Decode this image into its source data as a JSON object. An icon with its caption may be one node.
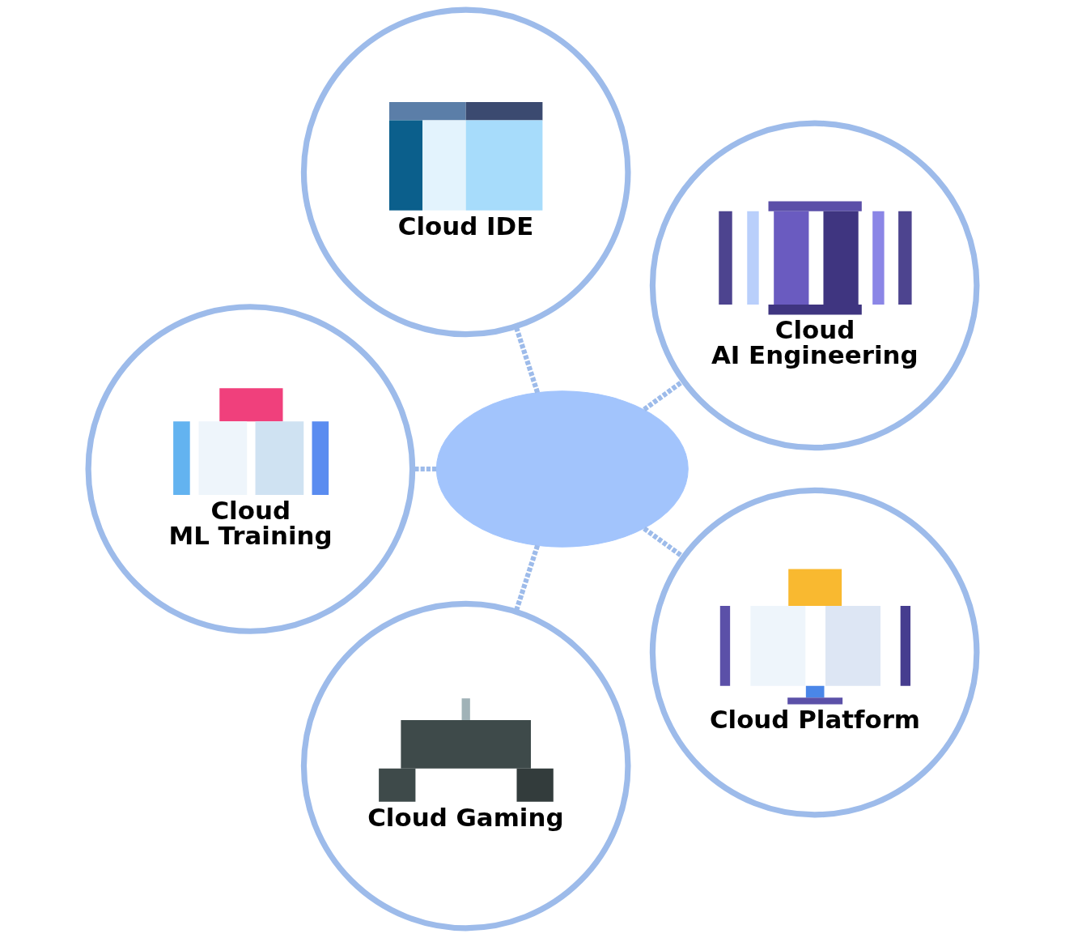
{
  "diagram": {
    "nodes": [
      {
        "text": [
          "Cloud IDE"
        ]
      },
      {
        "text": [
          "Cloud ML Training"
        ]
      },
      {
        "text": [
          "Cloud AI Engineering"
        ]
      },
      {
        "text": [],
        "shape": "cloud"
      },
      {
        "text": [
          "Cloud Gaming"
        ]
      },
      {
        "text": [
          "Cloud Platform"
        ]
      }
    ],
    "edges": [
      {
        "from": 3,
        "to": 2,
        "arrow": "none",
        "style": "dashed"
      },
      {
        "from": 3,
        "to": 0,
        "arrow": "none",
        "style": "dashed"
      },
      {
        "from": 3,
        "to": 1,
        "arrow": "none",
        "style": "dashed"
      },
      {
        "from": 3,
        "to": 4,
        "arrow": "none",
        "style": "dashed"
      },
      {
        "from": 3,
        "to": 5,
        "arrow": "none",
        "style": "dashed"
      }
    ]
  }
}
